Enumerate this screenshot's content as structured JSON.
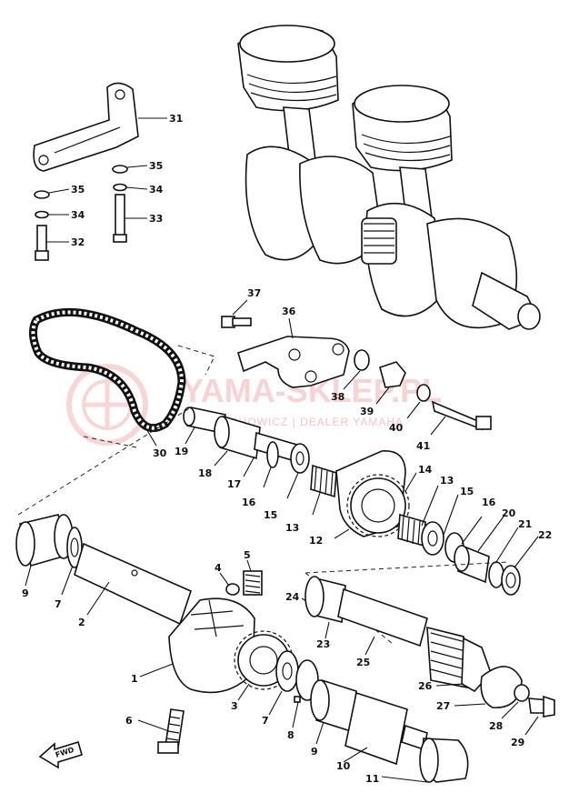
{
  "watermark": {
    "brand": "YAMA-SKLEP.PL",
    "subtitle": "WOJTECHOWICZ | DEALER YAMAHA"
  },
  "fwd_label": "FWD",
  "callouts": [
    {
      "id": "c31",
      "text": "31"
    },
    {
      "id": "c35a",
      "text": "35"
    },
    {
      "id": "c35b",
      "text": "35"
    },
    {
      "id": "c34a",
      "text": "34"
    },
    {
      "id": "c34b",
      "text": "34"
    },
    {
      "id": "c33",
      "text": "33"
    },
    {
      "id": "c32",
      "text": "32"
    },
    {
      "id": "c37",
      "text": "37"
    },
    {
      "id": "c36",
      "text": "36"
    },
    {
      "id": "c38",
      "text": "38"
    },
    {
      "id": "c39",
      "text": "39"
    },
    {
      "id": "c40",
      "text": "40"
    },
    {
      "id": "c41",
      "text": "41"
    },
    {
      "id": "c30",
      "text": "30"
    },
    {
      "id": "c19",
      "text": "19"
    },
    {
      "id": "c18",
      "text": "18"
    },
    {
      "id": "c17",
      "text": "17"
    },
    {
      "id": "c16a",
      "text": "16"
    },
    {
      "id": "c15a",
      "text": "15"
    },
    {
      "id": "c13a",
      "text": "13"
    },
    {
      "id": "c12",
      "text": "12"
    },
    {
      "id": "c14",
      "text": "14"
    },
    {
      "id": "c13b",
      "text": "13"
    },
    {
      "id": "c15b",
      "text": "15"
    },
    {
      "id": "c16b",
      "text": "16"
    },
    {
      "id": "c20",
      "text": "20"
    },
    {
      "id": "c21",
      "text": "21"
    },
    {
      "id": "c22",
      "text": "22"
    },
    {
      "id": "c9a",
      "text": "9"
    },
    {
      "id": "c7a",
      "text": "7"
    },
    {
      "id": "c2",
      "text": "2"
    },
    {
      "id": "c4",
      "text": "4"
    },
    {
      "id": "c5",
      "text": "5"
    },
    {
      "id": "c24",
      "text": "24"
    },
    {
      "id": "c23",
      "text": "23"
    },
    {
      "id": "c25",
      "text": "25"
    },
    {
      "id": "c1",
      "text": "1"
    },
    {
      "id": "c3",
      "text": "3"
    },
    {
      "id": "c7b",
      "text": "7"
    },
    {
      "id": "c8",
      "text": "8"
    },
    {
      "id": "c26",
      "text": "26"
    },
    {
      "id": "c27",
      "text": "27"
    },
    {
      "id": "c28",
      "text": "28"
    },
    {
      "id": "c29",
      "text": "29"
    },
    {
      "id": "c6",
      "text": "6"
    },
    {
      "id": "c9b",
      "text": "9"
    },
    {
      "id": "c10",
      "text": "10"
    },
    {
      "id": "c11",
      "text": "11"
    }
  ],
  "icons": {
    "fwd_arrow": "fwd-arrow-icon",
    "watermark_logo": "crank-gear-logo-icon"
  },
  "colors": {
    "line": "#111111",
    "watermark": "#e63a3a",
    "background": "#ffffff"
  }
}
